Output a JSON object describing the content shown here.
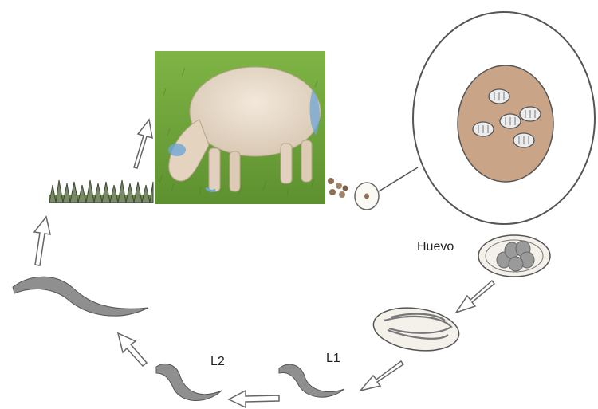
{
  "labels": {
    "egg": "Huevo",
    "l1": "L1",
    "l2": "L2"
  },
  "colors": {
    "grass": "#6fa33a",
    "grass_dark": "#4f7f22",
    "sheep_wool": "#e9dccb",
    "sheep_blue": "#6ea6d6",
    "dung": "#c8b6a4",
    "dung_pellet": "#8f6f56",
    "egg_mass": "#c9a487",
    "larva": "#8f8f8f",
    "arrow": "#ffffff",
    "outline": "#555555"
  }
}
